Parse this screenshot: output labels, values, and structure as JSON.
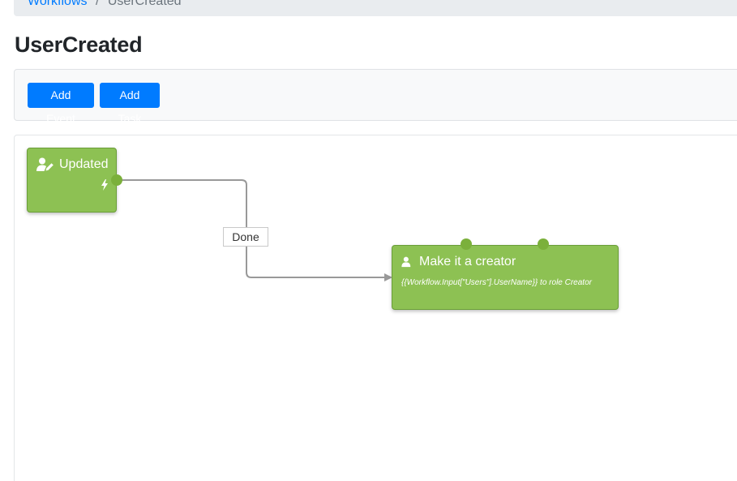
{
  "breadcrumb": {
    "parent_label": "Workflows",
    "separator": "/",
    "current_label": "UserCreated"
  },
  "page": {
    "title": "UserCreated"
  },
  "toolbar": {
    "add_event_label": "Add Event",
    "add_task_label": "Add Task"
  },
  "designer": {
    "activities": [
      {
        "title": "Updated",
        "description": "",
        "icon": "user-edit-icon",
        "color": "#8dc153"
      },
      {
        "title": "Make it a creator",
        "description": "{{Workflow.Input[\"Users\"].UserName}} to role Creator",
        "icon": "user-icon",
        "color": "#8dc153"
      }
    ],
    "connection": {
      "label": "Done",
      "from": "Updated",
      "to": "Make it a creator",
      "color": "#999999"
    },
    "endpoint_color": "#7bb03b"
  },
  "colors": {
    "primary": "#007bff",
    "activity": "#8dc153",
    "canvas_bg": "#ffffff"
  }
}
